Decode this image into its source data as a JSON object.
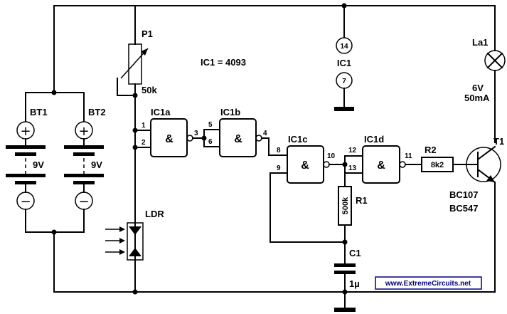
{
  "title": "IC1 = 4093",
  "components": {
    "pot": {
      "ref": "P1",
      "value": "50k"
    },
    "batt1": {
      "ref": "BT1",
      "value": "9V",
      "plus": "+",
      "minus": "−"
    },
    "batt2": {
      "ref": "BT2",
      "value": "9V",
      "plus": "+",
      "minus": "−"
    },
    "ldr": {
      "ref": "LDR"
    },
    "gates": [
      {
        "ref": "IC1a",
        "symbol": "&",
        "pins": [
          "1",
          "2",
          "3"
        ]
      },
      {
        "ref": "IC1b",
        "symbol": "&",
        "pins": [
          "5",
          "6",
          "4"
        ]
      },
      {
        "ref": "IC1c",
        "symbol": "&",
        "pins": [
          "8",
          "9",
          "10"
        ]
      },
      {
        "ref": "IC1d",
        "symbol": "&",
        "pins": [
          "12",
          "13",
          "11"
        ]
      }
    ],
    "ic_power": {
      "ref": "IC1",
      "vdd_pin": "14",
      "gnd_pin": "7"
    },
    "r1": {
      "ref": "R1",
      "value": "500k"
    },
    "r2": {
      "ref": "R2",
      "value": "8k2"
    },
    "c1": {
      "ref": "C1",
      "value": "1µ"
    },
    "lamp": {
      "ref": "La1",
      "voltage": "6V",
      "current": "50mA"
    },
    "transistor": {
      "ref": "T1",
      "types": [
        "BC107",
        "BC547"
      ]
    }
  },
  "watermark": "www.ExtremeCircuits.net"
}
